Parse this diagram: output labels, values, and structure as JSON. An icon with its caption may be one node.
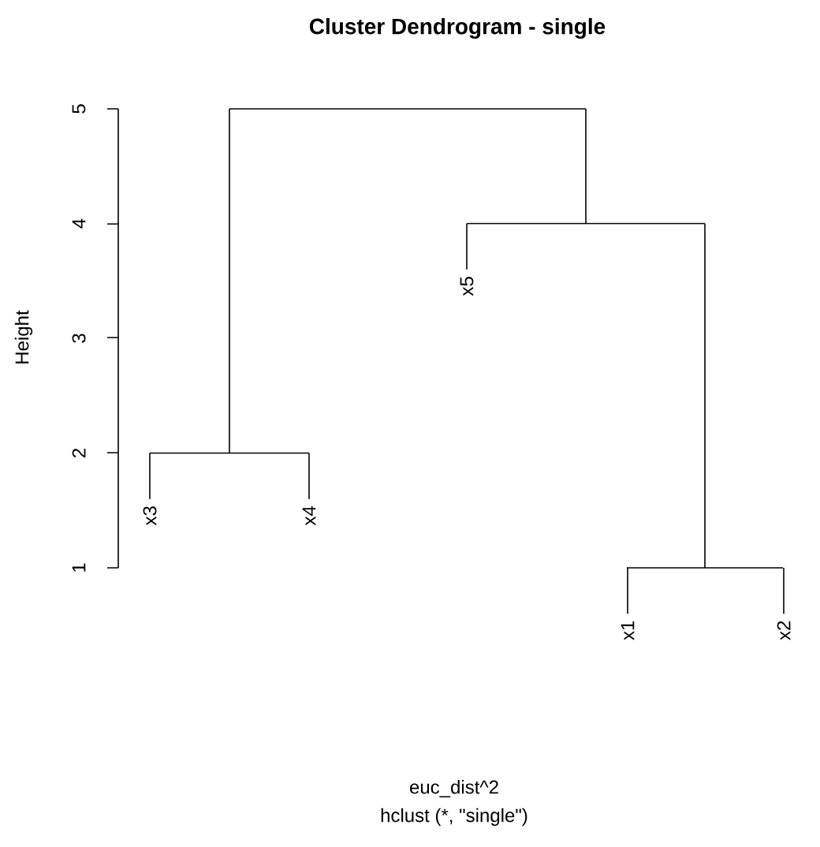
{
  "diagram": {
    "title": "Cluster Dendrogram - single",
    "nodes": [
      {
        "text": [
          "x3"
        ]
      },
      {
        "text": [
          "x4"
        ]
      },
      {
        "text": [
          "x5"
        ]
      },
      {
        "text": [
          "x1"
        ]
      },
      {
        "text": [
          "x2"
        ]
      },
      {
        "text": [],
        "shape": "bar"
      },
      {
        "text": [],
        "shape": "bar"
      },
      {
        "text": [],
        "shape": "bar"
      },
      {
        "text": [],
        "shape": "bar"
      }
    ],
    "edges": [
      {
        "from": 6,
        "to": 5,
        "arrow": "none"
      },
      {
        "from": 6,
        "to": 7,
        "arrow": "none"
      },
      {
        "from": 5,
        "to": 0,
        "arrow": "none"
      },
      {
        "from": 5,
        "to": 1,
        "arrow": "none"
      },
      {
        "from": 7,
        "to": 2,
        "arrow": "none"
      },
      {
        "from": 7,
        "to": 8,
        "arrow": "none"
      },
      {
        "from": 8,
        "to": 3,
        "arrow": "none"
      },
      {
        "from": 8,
        "to": 4,
        "arrow": "none"
      }
    ],
    "labels": [
      "Height",
      "1",
      "2",
      "3",
      "4",
      "5",
      "euc_dist^2",
      "hclust (*, \"single\")"
    ]
  }
}
